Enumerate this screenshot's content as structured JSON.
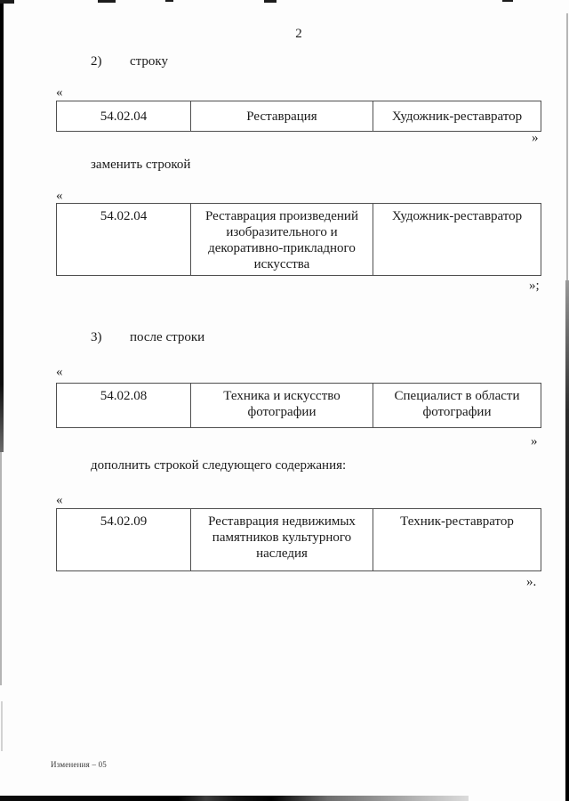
{
  "page": {
    "number": "2",
    "footer_note": "Изменения – 05"
  },
  "colors": {
    "ink": "#1a1a1a",
    "table_border": "#4f4f4f",
    "paper": "#fdfdfd"
  },
  "quotes": {
    "open": "«",
    "close": "»",
    "close_semicolon": "»;",
    "close_period": "»."
  },
  "clause2": {
    "label": "2)",
    "text": "строку"
  },
  "replace_instruction": "заменить строкой",
  "clause3": {
    "label": "3)",
    "text": "после строки"
  },
  "append_instruction": "дополнить строкой следующего содержания:",
  "tables": [
    {
      "code": "54.02.04",
      "specialty": [
        "Реставрация"
      ],
      "qualification": [
        "Художник-реставратор"
      ]
    },
    {
      "code": "54.02.04",
      "specialty": [
        "Реставрация произведений",
        "изобразительного и",
        "декоративно-прикладного",
        "искусства"
      ],
      "qualification": [
        "Художник-реставратор"
      ]
    },
    {
      "code": "54.02.08",
      "specialty": [
        "Техника и искусство",
        "фотографии"
      ],
      "qualification": [
        "Специалист в области",
        "фотографии"
      ]
    },
    {
      "code": "54.02.09",
      "specialty": [
        "Реставрация недвижимых",
        "памятников культурного",
        "наследия"
      ],
      "qualification": [
        "Техник-реставратор"
      ]
    }
  ]
}
